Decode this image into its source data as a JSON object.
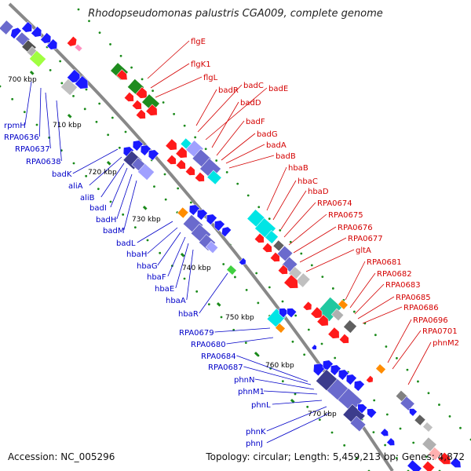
{
  "title": "Rhodopseudomonas palustris CGA009, complete genome",
  "footer": {
    "accession": "Accession: NC_005296",
    "summary": "Topology: circular; Length: 5,459,213 bp; Genes: 4,872"
  },
  "colors": {
    "backbone": "#888888",
    "tick": "#1a8a1a",
    "label_red": "#d40000",
    "label_blue": "#0000c8",
    "gene_red": "#ff1a1a",
    "gene_blue": "#1a1aff",
    "gene_green": "#1e8c1e",
    "gene_purple": "#6a6acd",
    "gene_darkpurple": "#3c3c8c",
    "gene_cyan": "#00e5e5",
    "gene_teal": "#20c8a0",
    "gene_gray": "#808080",
    "gene_orange": "#ff8c00"
  },
  "kbp_labels": [
    "700 kbp",
    "710 kbp",
    "720 kbp",
    "730 kbp",
    "740 kbp",
    "750 kbp",
    "760 kbp",
    "770 kbp"
  ],
  "right_labels": [
    "flgE",
    "flgK1",
    "flgL",
    "badR",
    "badC",
    "badE",
    "badD",
    "badF",
    "badG",
    "badA",
    "badB",
    "hbaB",
    "hbaC",
    "hbaD",
    "RPA0674",
    "RPA0675",
    "RPA0676",
    "RPA0677",
    "gltA",
    "RPA0681",
    "RPA0682",
    "RPA0683",
    "RPA0685",
    "RPA0686",
    "RPA0696",
    "RPA0701",
    "phnM2"
  ],
  "left_labels": [
    "rpmH",
    "RPA0636",
    "RPA0637",
    "RPA0638",
    "badK",
    "aliA",
    "aliB",
    "badI",
    "badH",
    "badM",
    "badL",
    "hbaH",
    "hbaG",
    "hbaF",
    "hbaE",
    "hbaA",
    "hbaR",
    "RPA0679",
    "RPA0680",
    "RPA0684",
    "RPA0687",
    "phnN",
    "phnM1",
    "phnL",
    "phnK",
    "phnJ"
  ]
}
